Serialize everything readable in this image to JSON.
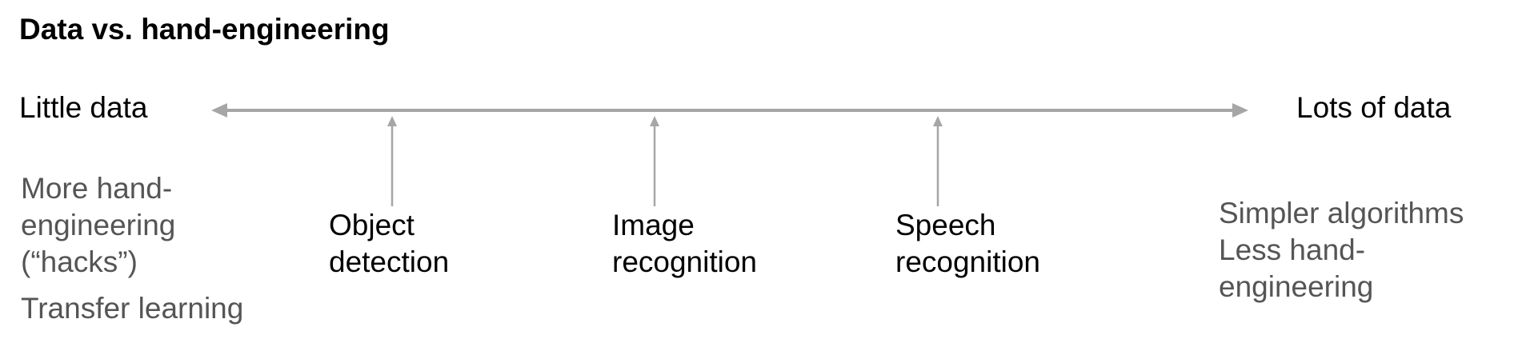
{
  "title": "Data vs. hand-engineering",
  "axis": {
    "left_label": "Little data",
    "right_label": "Lots of data",
    "color": "#a6a6a6"
  },
  "left_notes": {
    "hand_engineering_lines": [
      "More hand-",
      "engineering",
      "(“hacks”)"
    ],
    "transfer": "Transfer learning"
  },
  "markers": [
    {
      "lines": [
        "Object",
        "detection"
      ]
    },
    {
      "lines": [
        "Image",
        "recognition"
      ]
    },
    {
      "lines": [
        "Speech",
        "recognition"
      ]
    }
  ],
  "right_notes": {
    "lines": [
      "Simpler algorithms",
      "Less hand-",
      "engineering"
    ]
  },
  "colors": {
    "note_text": "#555555",
    "label_text": "#000000"
  }
}
